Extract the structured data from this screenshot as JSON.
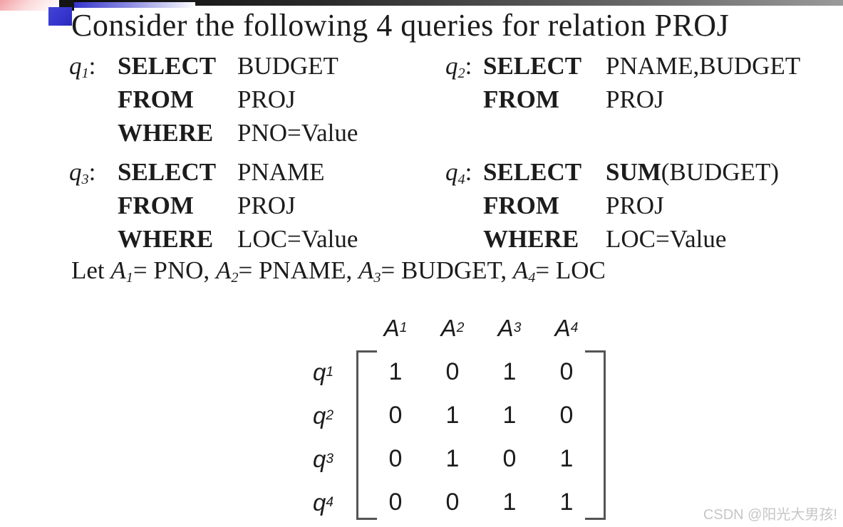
{
  "title": "Consider the following 4 queries for relation PROJ",
  "queries": [
    {
      "label": {
        "base": "q",
        "sub": "1",
        "suffix": ":"
      },
      "rows": [
        {
          "keyword": "SELECT",
          "operand": "BUDGET"
        },
        {
          "keyword": "FROM",
          "operand": "PROJ"
        },
        {
          "keyword": "WHERE",
          "operand": "PNO=Value"
        }
      ]
    },
    {
      "label": {
        "base": "q",
        "sub": "2",
        "suffix": ":"
      },
      "rows": [
        {
          "keyword": "SELECT",
          "operand": "PNAME,BUDGET"
        },
        {
          "keyword": "FROM",
          "operand": "PROJ"
        }
      ]
    },
    {
      "label": {
        "base": "q",
        "sub": "3",
        "suffix": ":"
      },
      "rows": [
        {
          "keyword": "SELECT",
          "operand": "PNAME"
        },
        {
          "keyword": "FROM",
          "operand": "PROJ"
        },
        {
          "keyword": "WHERE",
          "operand": "LOC=Value"
        }
      ]
    },
    {
      "label": {
        "base": "q",
        "sub": "4",
        "suffix": ":"
      },
      "rows": [
        {
          "keyword": "SELECT",
          "operand_bold": "SUM",
          "operand": "(BUDGET)"
        },
        {
          "keyword": "FROM",
          "operand": "PROJ"
        },
        {
          "keyword": "WHERE",
          "operand": "LOC=Value"
        }
      ]
    }
  ],
  "attribute_definitions": {
    "prefix": "Let ",
    "items": [
      {
        "base": "A",
        "sub": "1",
        "rest": "= PNO, "
      },
      {
        "base": "A",
        "sub": "2",
        "rest": "= PNAME, "
      },
      {
        "base": "A",
        "sub": "3",
        "rest": "= BUDGET, "
      },
      {
        "base": "A",
        "sub": "4",
        "rest": "= LOC"
      }
    ]
  },
  "matrix": {
    "col_headers": [
      {
        "base": "A",
        "sub": "1"
      },
      {
        "base": "A",
        "sub": "2"
      },
      {
        "base": "A",
        "sub": "3"
      },
      {
        "base": "A",
        "sub": "4"
      }
    ],
    "row_headers": [
      {
        "base": "q",
        "sub": "1"
      },
      {
        "base": "q",
        "sub": "2"
      },
      {
        "base": "q",
        "sub": "3"
      },
      {
        "base": "q",
        "sub": "4"
      }
    ],
    "values": [
      [
        "1",
        "0",
        "1",
        "0"
      ],
      [
        "0",
        "1",
        "1",
        "0"
      ],
      [
        "0",
        "1",
        "0",
        "1"
      ],
      [
        "0",
        "0",
        "1",
        "1"
      ]
    ]
  },
  "watermark": "CSDN @阳光大男孩!",
  "colors": {
    "accent_blue": "#3535cd",
    "bar_dark": "#141414",
    "pink": "#f2a0a4",
    "text": "#1c1c1c",
    "matrix_bracket": "#555555",
    "watermark_gray": "#c6c6c6"
  }
}
